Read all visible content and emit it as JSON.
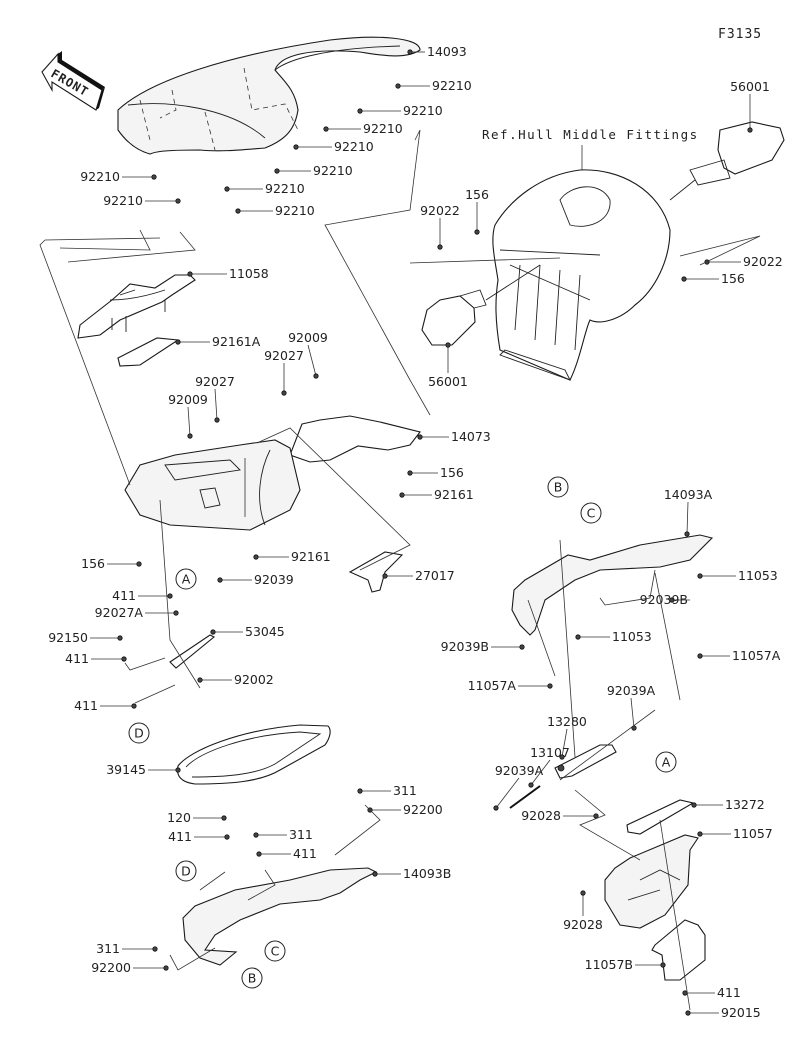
{
  "diagram": {
    "figure_code": "F3135",
    "front_indicator": "FRONT",
    "reference_note": "Ref.Hull Middle Fittings",
    "callouts": [
      {
        "id": "c1",
        "label": "14093"
      },
      {
        "id": "c2",
        "label": "92210"
      },
      {
        "id": "c3",
        "label": "92210"
      },
      {
        "id": "c4",
        "label": "92210"
      },
      {
        "id": "c5",
        "label": "92210"
      },
      {
        "id": "c6",
        "label": "92210"
      },
      {
        "id": "c7",
        "label": "92210"
      },
      {
        "id": "c8",
        "label": "92210"
      },
      {
        "id": "c9",
        "label": "92210"
      },
      {
        "id": "c10",
        "label": "92210"
      },
      {
        "id": "c11",
        "label": "56001"
      },
      {
        "id": "c12",
        "label": "92022"
      },
      {
        "id": "c13",
        "label": "156"
      },
      {
        "id": "c14",
        "label": "92022"
      },
      {
        "id": "c15",
        "label": "156"
      },
      {
        "id": "c16",
        "label": "56001"
      },
      {
        "id": "c17",
        "label": "11058"
      },
      {
        "id": "c18",
        "label": "92161A"
      },
      {
        "id": "c19",
        "label": "92009"
      },
      {
        "id": "c20",
        "label": "92027"
      },
      {
        "id": "c21",
        "label": "92027"
      },
      {
        "id": "c22",
        "label": "92009"
      },
      {
        "id": "c23",
        "label": "14073"
      },
      {
        "id": "c24",
        "label": "156"
      },
      {
        "id": "c25",
        "label": "92161"
      },
      {
        "id": "c26",
        "label": "92161"
      },
      {
        "id": "c27",
        "label": "27017"
      },
      {
        "id": "c28",
        "label": "156"
      },
      {
        "id": "c29",
        "label": "92039"
      },
      {
        "id": "c30",
        "label": "411"
      },
      {
        "id": "c31",
        "label": "92027A"
      },
      {
        "id": "c32",
        "label": "53045"
      },
      {
        "id": "c33",
        "label": "92150"
      },
      {
        "id": "c34",
        "label": "411"
      },
      {
        "id": "c35",
        "label": "92002"
      },
      {
        "id": "c36",
        "label": "411"
      },
      {
        "id": "c37",
        "label": "39145"
      },
      {
        "id": "c38",
        "label": "311"
      },
      {
        "id": "c39",
        "label": "92200"
      },
      {
        "id": "c40",
        "label": "120"
      },
      {
        "id": "c41",
        "label": "411"
      },
      {
        "id": "c42",
        "label": "311"
      },
      {
        "id": "c43",
        "label": "411"
      },
      {
        "id": "c44",
        "label": "14093B"
      },
      {
        "id": "c45",
        "label": "311"
      },
      {
        "id": "c46",
        "label": "92200"
      },
      {
        "id": "c47",
        "label": "14093A"
      },
      {
        "id": "c48",
        "label": "11053"
      },
      {
        "id": "c49",
        "label": "92039B"
      },
      {
        "id": "c50",
        "label": "11053"
      },
      {
        "id": "c51",
        "label": "11057A"
      },
      {
        "id": "c52",
        "label": "92039B"
      },
      {
        "id": "c53",
        "label": "11057A"
      },
      {
        "id": "c54",
        "label": "92039A"
      },
      {
        "id": "c55",
        "label": "13280"
      },
      {
        "id": "c56",
        "label": "13107"
      },
      {
        "id": "c57",
        "label": "92039A"
      },
      {
        "id": "c58",
        "label": "92028"
      },
      {
        "id": "c59",
        "label": "13272"
      },
      {
        "id": "c60",
        "label": "11057"
      },
      {
        "id": "c61",
        "label": "92028"
      },
      {
        "id": "c62",
        "label": "11057B"
      },
      {
        "id": "c63",
        "label": "411"
      },
      {
        "id": "c64",
        "label": "92015"
      }
    ],
    "reference_markers": [
      {
        "id": "m1",
        "label": "A"
      },
      {
        "id": "m2",
        "label": "D"
      },
      {
        "id": "m3",
        "label": "D"
      },
      {
        "id": "m4",
        "label": "B"
      },
      {
        "id": "m5",
        "label": "C"
      },
      {
        "id": "m6",
        "label": "B"
      },
      {
        "id": "m7",
        "label": "C"
      },
      {
        "id": "m8",
        "label": "A"
      }
    ]
  }
}
